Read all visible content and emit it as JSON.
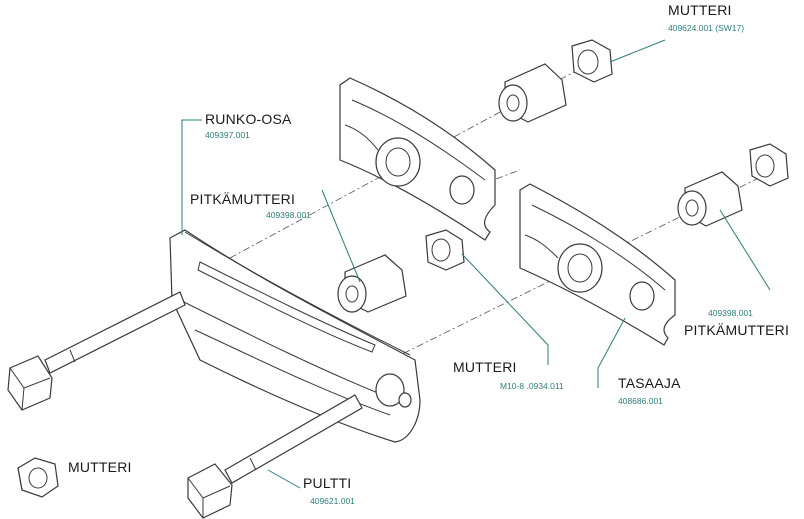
{
  "labels": {
    "mutteri_top": "MUTTERI",
    "mutteri_top_code": "409624.001 (SW17)",
    "runko_osa": "RUNKO-OSA",
    "runko_osa_code": "409397.001",
    "pitkamutteri_left": "PITKÄMUTTERI",
    "pitkamutteri_left_code": "409398.001",
    "pitkamutteri_right": "PITKÄMUTTERI",
    "pitkamutteri_right_code": "409398.001",
    "mutteri_mid": "MUTTERI",
    "mutteri_mid_code": "M10-8 .0934.011",
    "tasaaja": "TASAAJA",
    "tasaaja_code": "408686.001",
    "mutteri_bottom": "MUTTERI",
    "pultti": "PULTTI",
    "pultti_code": "409621.001"
  },
  "colors": {
    "leader": "#2c7d7a",
    "outline": "#3a3a3a",
    "text": "#1a1a1a"
  }
}
